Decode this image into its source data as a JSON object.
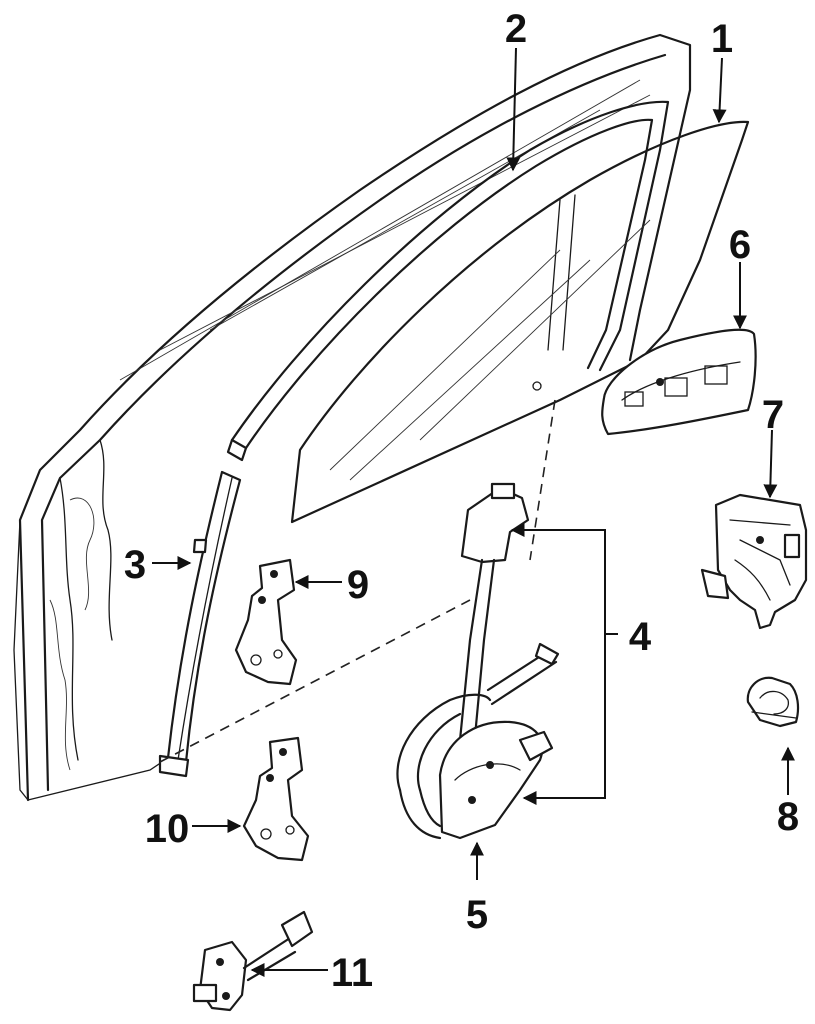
{
  "diagram": {
    "callouts": [
      {
        "id": "1",
        "label": "1"
      },
      {
        "id": "2",
        "label": "2"
      },
      {
        "id": "3",
        "label": "3"
      },
      {
        "id": "4",
        "label": "4"
      },
      {
        "id": "5",
        "label": "5"
      },
      {
        "id": "6",
        "label": "6"
      },
      {
        "id": "7",
        "label": "7"
      },
      {
        "id": "8",
        "label": "8"
      },
      {
        "id": "9",
        "label": "9"
      },
      {
        "id": "10",
        "label": "10"
      },
      {
        "id": "11",
        "label": "11"
      }
    ],
    "colors": {
      "ink": "#1a1a1a",
      "background": "#ffffff"
    }
  }
}
